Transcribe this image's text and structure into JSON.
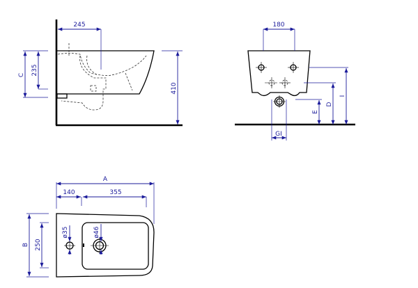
{
  "colors": {
    "dimension": "#1a1a9a",
    "outline": "#000000",
    "background": "#ffffff"
  },
  "side_view": {
    "dim_wall_to_tap": "245",
    "dim_c": "C",
    "dim_height_body": "235",
    "dim_floor_height": "410"
  },
  "front_view": {
    "dim_tap_spacing": "180",
    "dim_i": "I",
    "dim_d": "D",
    "dim_e": "E",
    "dim_g": "GI"
  },
  "top_view": {
    "dim_a": "A",
    "dim_140": "140",
    "dim_355": "355",
    "dim_b": "B",
    "dim_250": "250",
    "hole_small": "ø35",
    "hole_large": "ø46"
  }
}
